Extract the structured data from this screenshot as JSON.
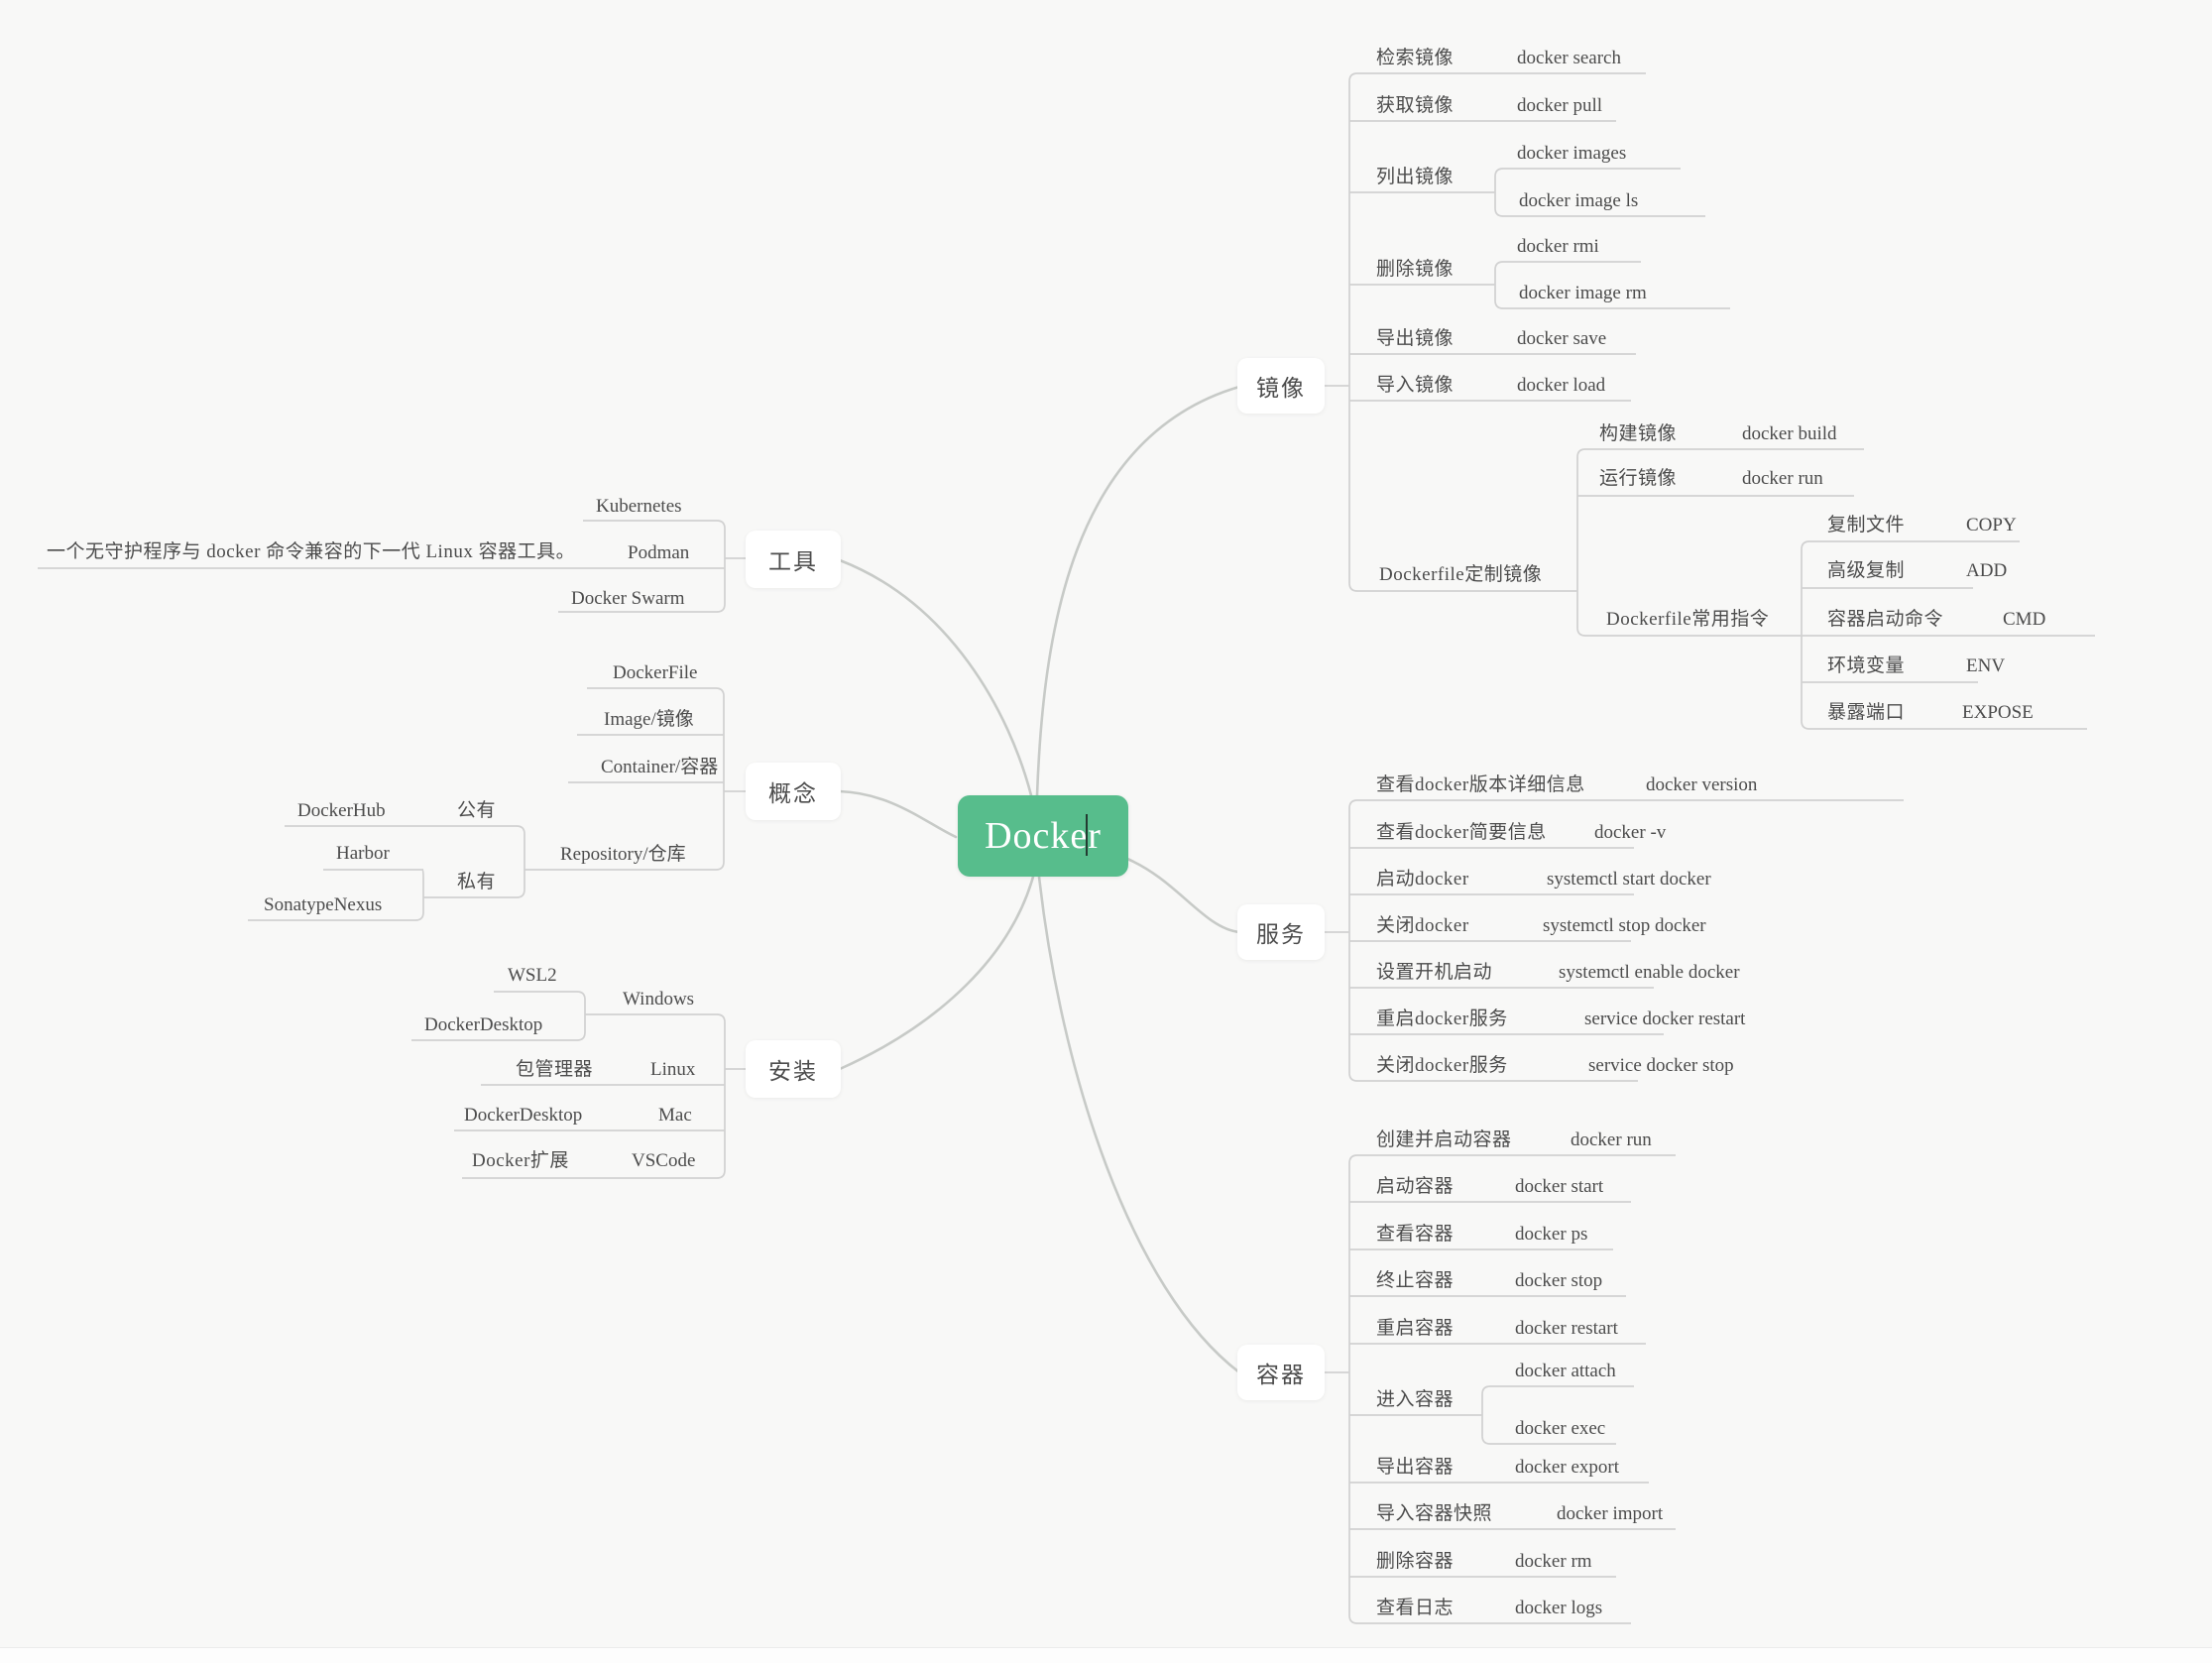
{
  "root": {
    "label": "Docker"
  },
  "colors": {
    "background": "#f8f8f7",
    "root_bg": "#57bd8c",
    "root_text": "#ffffff",
    "topic_text": "#4c4c4c",
    "connector_line": "#d1d1d1",
    "branch_curve": "#c7cac7"
  },
  "branches": {
    "images": {
      "label": "镜像",
      "items": [
        {
          "label": "检索镜像",
          "cmd": "docker search"
        },
        {
          "label": "获取镜像",
          "cmd": "docker pull"
        },
        {
          "label": "列出镜像",
          "cmd_a": "docker images",
          "cmd_b": "docker image ls"
        },
        {
          "label": "删除镜像",
          "cmd_a": "docker rmi",
          "cmd_b": "docker image rm"
        },
        {
          "label": "导出镜像",
          "cmd": "docker save"
        },
        {
          "label": "导入镜像",
          "cmd": "docker load"
        }
      ],
      "dockerfile": {
        "label": "Dockerfile定制镜像",
        "items": [
          {
            "label": "构建镜像",
            "cmd": "docker build"
          },
          {
            "label": "运行镜像",
            "cmd": "docker run"
          }
        ],
        "directives": {
          "label": "Dockerfile常用指令",
          "items": [
            {
              "label": "复制文件",
              "cmd": "COPY"
            },
            {
              "label": "高级复制",
              "cmd": "ADD"
            },
            {
              "label": "容器启动命令",
              "cmd": "CMD"
            },
            {
              "label": "环境变量",
              "cmd": "ENV"
            },
            {
              "label": "暴露端口",
              "cmd": "EXPOSE"
            }
          ]
        }
      }
    },
    "services": {
      "label": "服务",
      "items": [
        {
          "label": "查看docker版本详细信息",
          "cmd": "docker version"
        },
        {
          "label": "查看docker简要信息",
          "cmd": "docker -v"
        },
        {
          "label": "启动docker",
          "cmd": "systemctl start docker"
        },
        {
          "label": "关闭docker",
          "cmd": "systemctl stop docker"
        },
        {
          "label": "设置开机启动",
          "cmd": "systemctl enable docker"
        },
        {
          "label": "重启docker服务",
          "cmd": "service docker restart"
        },
        {
          "label": "关闭docker服务",
          "cmd": "service docker stop"
        }
      ]
    },
    "containers": {
      "label": "容器",
      "items": [
        {
          "label": "创建并启动容器",
          "cmd": "docker run"
        },
        {
          "label": "启动容器",
          "cmd": "docker start"
        },
        {
          "label": "查看容器",
          "cmd": "docker ps"
        },
        {
          "label": "终止容器",
          "cmd": "docker stop"
        },
        {
          "label": "重启容器",
          "cmd": "docker restart"
        },
        {
          "label": "进入容器",
          "cmd_a": "docker attach",
          "cmd_b": "docker exec"
        },
        {
          "label": "导出容器",
          "cmd": "docker export"
        },
        {
          "label": "导入容器快照",
          "cmd": "docker import"
        },
        {
          "label": "删除容器",
          "cmd": "docker rm"
        },
        {
          "label": "查看日志",
          "cmd": "docker logs"
        }
      ]
    },
    "tools": {
      "label": "工具",
      "items": [
        {
          "label": "Kubernetes"
        },
        {
          "label": "Podman",
          "note": "一个无守护程序与 docker 命令兼容的下一代 Linux 容器工具。"
        },
        {
          "label": "Docker Swarm"
        }
      ]
    },
    "concepts": {
      "label": "概念",
      "items": [
        {
          "label": "DockerFile"
        },
        {
          "label": "Image/镜像"
        },
        {
          "label": "Container/容器"
        }
      ],
      "repository": {
        "label": "Repository/仓库",
        "public": {
          "label": "公有",
          "items": [
            {
              "label": "DockerHub"
            }
          ]
        },
        "private": {
          "label": "私有",
          "items": [
            {
              "label": "Harbor"
            },
            {
              "label": "SonatypeNexus"
            }
          ]
        }
      }
    },
    "install": {
      "label": "安装",
      "windows": {
        "label": "Windows",
        "tool": "DockerDesktop",
        "backend": "WSL2"
      },
      "linux": {
        "label": "Linux",
        "tool": "包管理器"
      },
      "mac": {
        "label": "Mac",
        "tool": "DockerDesktop"
      },
      "vscode": {
        "label": "VSCode",
        "tool": "Docker扩展"
      }
    }
  }
}
